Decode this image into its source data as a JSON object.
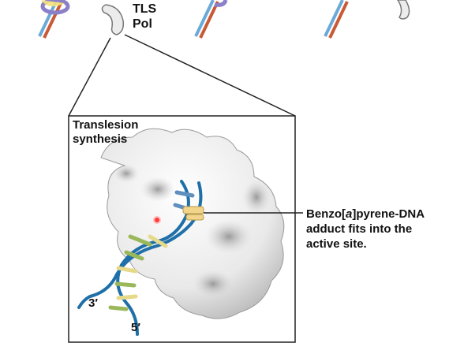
{
  "tls_label": {
    "line1": "TLS",
    "line2": "Pol"
  },
  "box_title": "Translesion synthesis",
  "callout": {
    "prefix": "Benzo[",
    "italic": "a",
    "suffix": "]pyrene-DNA adduct fits into the active site."
  },
  "strand_ends": {
    "three_prime": "3′",
    "five_prime": "5′"
  },
  "colors": {
    "protein_surface": "#f2f2f2",
    "dna_backbone": "#1f6fa8",
    "dna_bases_green": "#9ab85a",
    "dna_bases_yellow": "#e6d98a",
    "adduct": "#f2d48a",
    "active_site_marker": "#e02020",
    "strand_blue": "#6aa9d8",
    "strand_orange": "#c85a36",
    "polymerase_ring": "#8a7fc8"
  }
}
